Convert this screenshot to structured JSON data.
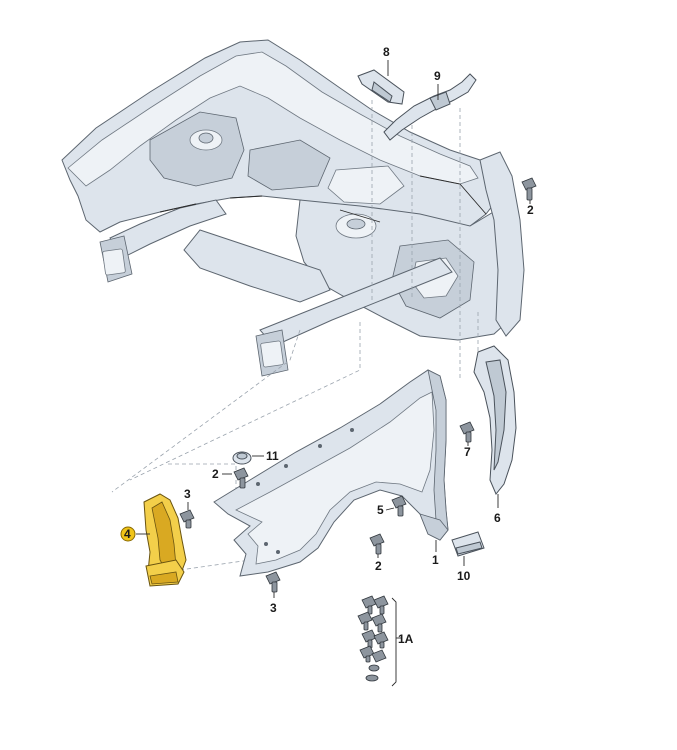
{
  "diagram": {
    "labels": {
      "l1": "1",
      "l1a": "1A",
      "l2a": "2",
      "l2b": "2",
      "l2c": "2",
      "l3a": "3",
      "l3b": "3",
      "l4": "4",
      "l5": "5",
      "l6": "6",
      "l7": "7",
      "l8": "8",
      "l9": "9",
      "l10": "10",
      "l11": "11"
    },
    "colors": {
      "highlight": "#f3cf4a",
      "badge": "#f0c419",
      "body": "#dde4ec",
      "outline": "#5d6670"
    }
  }
}
